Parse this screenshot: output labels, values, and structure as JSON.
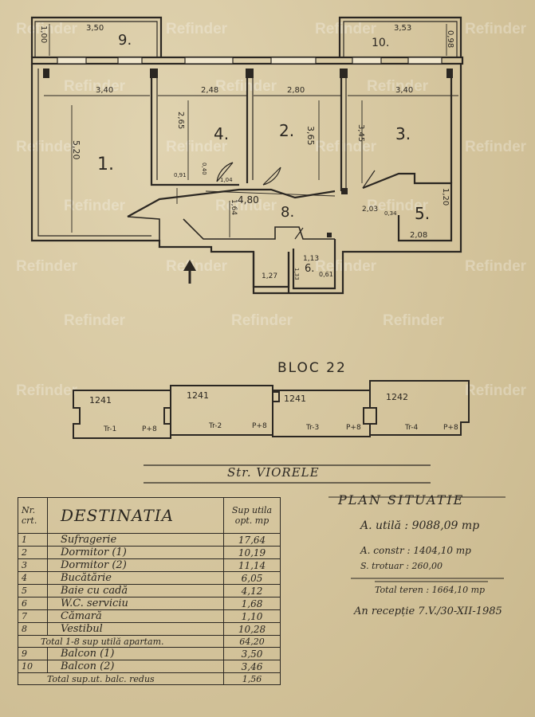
{
  "watermark": "Refinder",
  "plan": {
    "dimensions": {
      "d_100": "1,00",
      "d_350": "3,50",
      "d_353": "3,53",
      "d_098": "0,98",
      "d_340a": "3,40",
      "d_248": "2,48",
      "d_280": "2,80",
      "d_340b": "3,40",
      "d_520": "5,20",
      "d_265": "2,65",
      "d_365": "3,65",
      "d_345": "3,45",
      "d_480": "4,80",
      "d_164": "1,64",
      "d_091": "0,91",
      "d_040": "0,40",
      "d_104": "1,04",
      "d_203": "2,03",
      "d_034": "0,34",
      "d_120": "1,20",
      "d_208": "2,08",
      "d_127": "1,27",
      "d_113": "1,13",
      "d_061": "0,61",
      "d_133": "1,33"
    },
    "rooms": [
      "1.",
      "2.",
      "3.",
      "4.",
      "5.",
      "6.",
      "8.",
      "9.",
      "10."
    ]
  },
  "bloc": {
    "title": "BLOC 22",
    "units": [
      {
        "code": "1241",
        "label": "Tr-1",
        "suffix": "P+8"
      },
      {
        "code": "1241",
        "label": "Tr-2",
        "suffix": "P+8"
      },
      {
        "code": "1241",
        "label": "Tr-3",
        "suffix": "P+8"
      },
      {
        "code": "1242",
        "label": "Tr-4",
        "suffix": "P+8"
      }
    ],
    "street": "Str. VIORELE"
  },
  "legend": {
    "header": {
      "nr": "Nr. crt.",
      "destinatia": "DESTINATIA",
      "sup": "Sup utila opt. mp"
    },
    "rows": [
      {
        "nr": "1",
        "name": "Sufragerie",
        "value": "17,64"
      },
      {
        "nr": "2",
        "name": "Dormitor (1)",
        "value": "10,19"
      },
      {
        "nr": "3",
        "name": "Dormitor (2)",
        "value": "11,14"
      },
      {
        "nr": "4",
        "name": "Bucătărie",
        "value": "6,05"
      },
      {
        "nr": "5",
        "name": "Baie cu cadă",
        "value": "4,12"
      },
      {
        "nr": "6",
        "name": "W.C. serviciu",
        "value": "1,68"
      },
      {
        "nr": "7",
        "name": "Cămară",
        "value": "1,10"
      },
      {
        "nr": "8",
        "name": "Vestibul",
        "value": "10,28"
      }
    ],
    "total1": {
      "label": "Total 1-8 sup utilă apartam.",
      "value": "64,20"
    },
    "rows2": [
      {
        "nr": "9",
        "name": "Balcon (1)",
        "value": "3,50"
      },
      {
        "nr": "10",
        "name": "Balcon (2)",
        "value": "3,46"
      }
    ],
    "total2": {
      "label": "Total sup.ut. balc. redus",
      "value": "1,56"
    }
  },
  "situatie": {
    "title": "PLAN SITUATIE",
    "a_utila": "A. utilă : 9088,09 mp",
    "a_constr": "A. constr : 1404,10 mp",
    "s_trotuar": "S. trotuar : 260,00",
    "total_teren": "Total teren : 1664,10 mp",
    "an_receptie": "An recepție 7.V./30-XII-1985"
  }
}
